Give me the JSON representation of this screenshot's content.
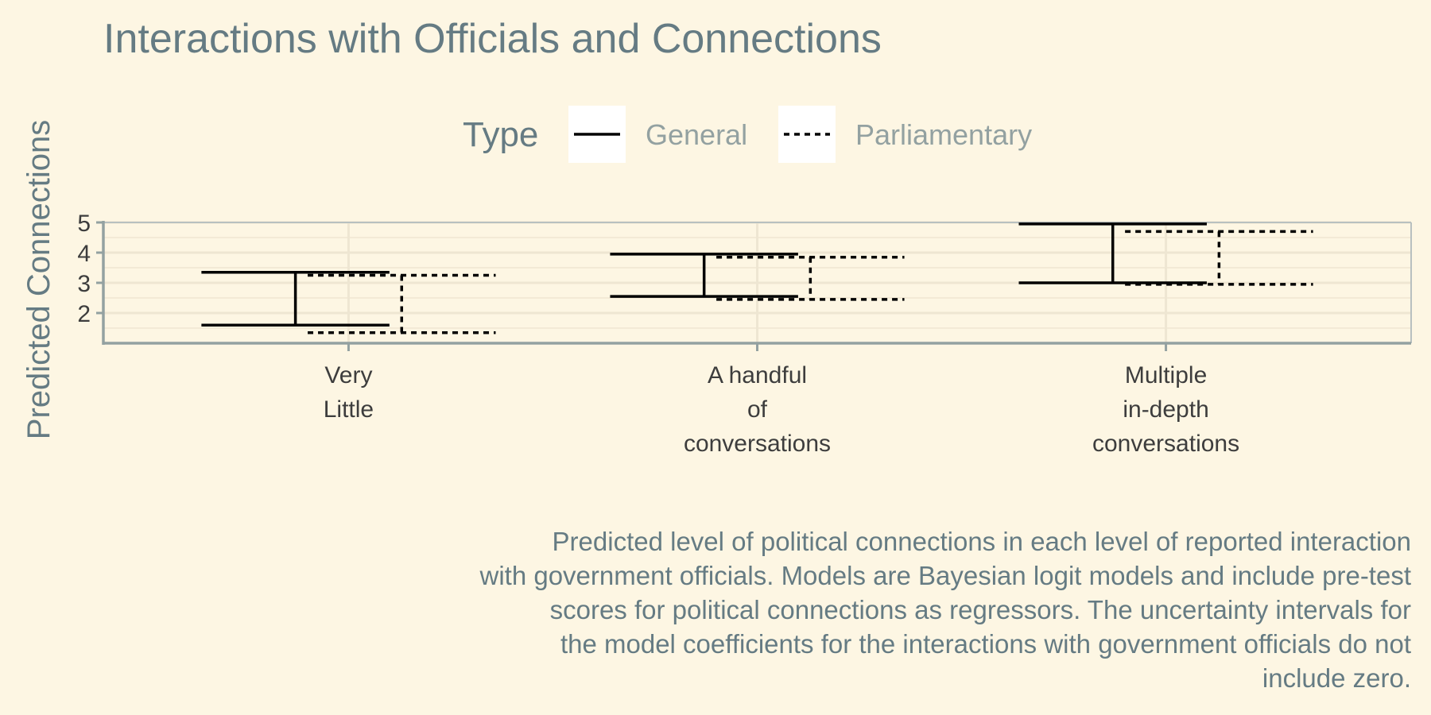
{
  "chart_data": {
    "type": "errorbar",
    "title": "Interactions with Officials and Connections",
    "xlabel": "",
    "ylabel": "Predicted Connections",
    "categories": [
      [
        "Very",
        "Little"
      ],
      [
        "A handful",
        "of",
        "conversations"
      ],
      [
        "Multiple",
        "in-depth",
        "conversations"
      ]
    ],
    "legend": {
      "title": "Type",
      "position": "top",
      "entries": [
        {
          "label": "General",
          "linetype": "solid"
        },
        {
          "label": "Parliamentary",
          "linetype": "dashed"
        }
      ]
    },
    "series": [
      {
        "name": "General",
        "linetype": "solid",
        "lower": [
          1.6,
          2.55,
          3.0
        ],
        "upper": [
          3.35,
          3.95,
          4.95
        ]
      },
      {
        "name": "Parliamentary",
        "linetype": "dashed",
        "lower": [
          1.35,
          2.45,
          2.95
        ],
        "upper": [
          3.25,
          3.85,
          4.7
        ]
      }
    ],
    "yticks": [
      2,
      3,
      4,
      5
    ],
    "ylim": [
      1.0,
      5.0
    ],
    "grid": true,
    "caption": [
      "Predicted level of political connections in each level of reported interaction",
      "with government officials. Models are Bayesian logit models and include pre-test",
      "scores for political connections as regressors. The uncertainty intervals for",
      "the model coefficients for the interactions with government officials do not",
      "include zero."
    ]
  }
}
